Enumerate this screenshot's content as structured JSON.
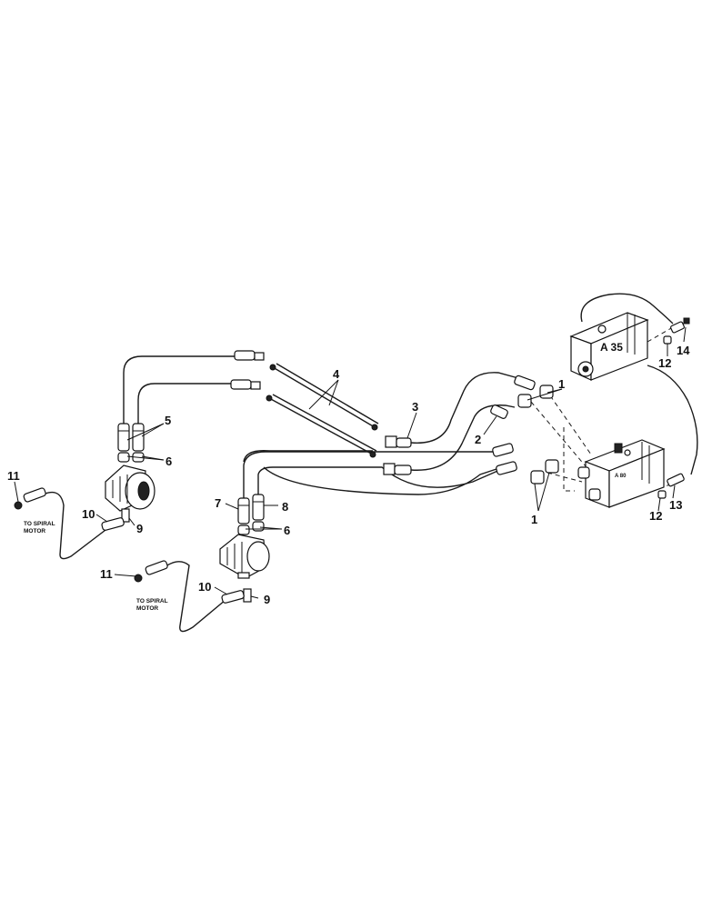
{
  "callouts": {
    "c1a": "1",
    "c1b": "1",
    "c2": "2",
    "c3": "3",
    "c4": "4",
    "c5": "5",
    "c6a": "6",
    "c6b": "6",
    "c7": "7",
    "c8": "8",
    "c9a": "9",
    "c9b": "9",
    "c10a": "10",
    "c10b": "10",
    "c11a": "11",
    "c11b": "11",
    "c12a": "12",
    "c12b": "12",
    "c13": "13",
    "c14": "14"
  },
  "notes": {
    "spiral_top_line1": "TO SPIRAL",
    "spiral_top_line2": "MOTOR",
    "spiral_bottom_line1": "TO SPIRAL",
    "spiral_bottom_line2": "MOTOR"
  },
  "valve_labels": {
    "upper_valve": "A 35",
    "lower_valve": "A 80"
  }
}
